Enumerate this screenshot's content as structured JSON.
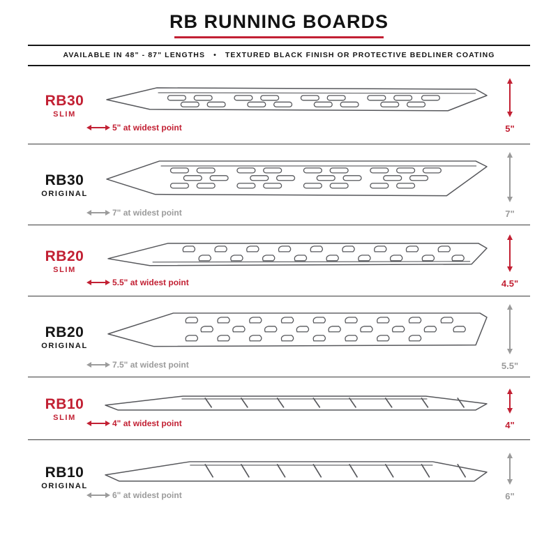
{
  "header": {
    "title": "RB RUNNING BOARDS",
    "subtitle": "AVAILABLE IN 48\" - 87\" LENGTHS   •   TEXTURED BLACK FINISH OR PROTECTIVE BEDLINER COATING"
  },
  "colors": {
    "accent_red": "#c22033",
    "muted_gray": "#9b9b9b",
    "line_dark": "#56575b"
  },
  "products": [
    {
      "model": "RB30",
      "variant": "SLIM",
      "width_note": "5\" at widest point",
      "height": "5\""
    },
    {
      "model": "RB30",
      "variant": "ORIGINAL",
      "width_note": "7\" at widest point",
      "height": "7\""
    },
    {
      "model": "RB20",
      "variant": "SLIM",
      "width_note": "5.5\" at widest point",
      "height": "4.5\""
    },
    {
      "model": "RB20",
      "variant": "ORIGINAL",
      "width_note": "7.5\" at widest point",
      "height": "5.5\""
    },
    {
      "model": "RB10",
      "variant": "SLIM",
      "width_note": "4\" at widest point",
      "height": "4\""
    },
    {
      "model": "RB10",
      "variant": "ORIGINAL",
      "width_note": "6\" at widest point",
      "height": "6\""
    }
  ]
}
